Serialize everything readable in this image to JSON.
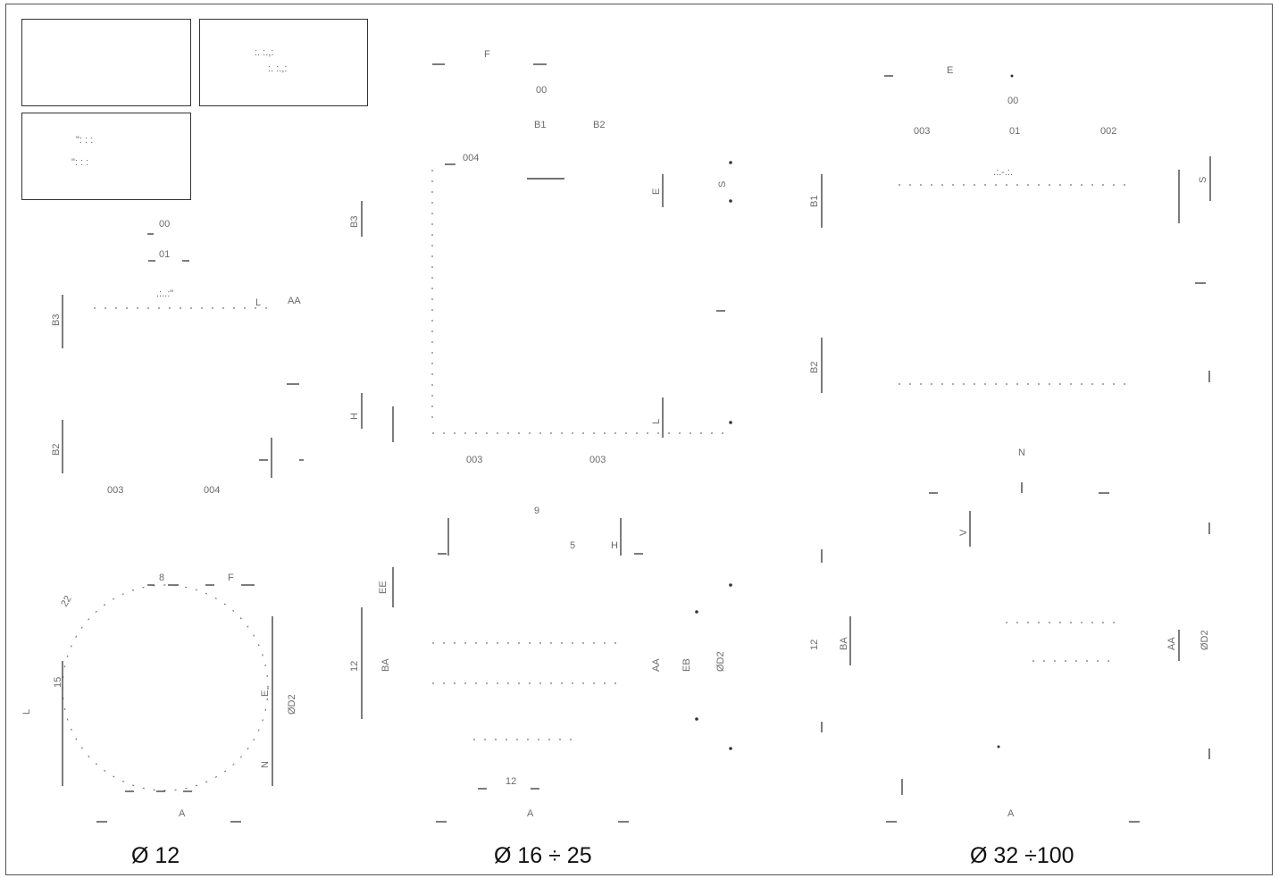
{
  "captions": {
    "left": "Ø 12",
    "middle": "Ø 16 ÷ 25",
    "right": "Ø 32 ÷100"
  },
  "thumbnails": {
    "thumb1": "",
    "thumb2_text": ":. :.,:",
    "thumb3_text": "\": : :"
  },
  "labels": {
    "l_00": "00",
    "l_01": "01",
    "l_b1": "B1",
    "l_b2": "B2",
    "l_b3": "B3",
    "l_d4": "004",
    "l_d3": "003",
    "l_e": "E",
    "l_f": "F",
    "l_8": "8",
    "l_d12": "ØD2",
    "l_ba": "BA",
    "l_aa": "AA",
    "l_a": "A",
    "l_9": "9",
    "l_h": "H",
    "l_5": "5",
    "l_n": "N",
    "l_l": "L",
    "l_s": "S",
    "l_22": "22",
    "l_eb": "EB",
    "l_ee": "EE",
    "l_v": "V"
  }
}
